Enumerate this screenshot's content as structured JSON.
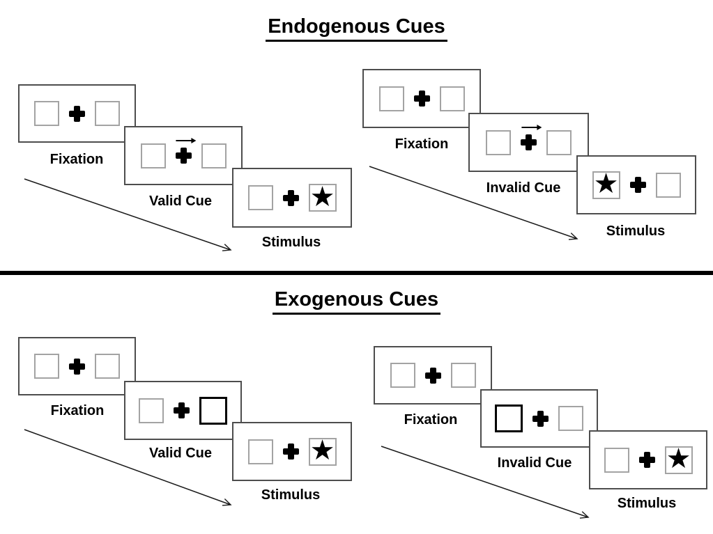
{
  "page": {
    "background": "#ffffff"
  },
  "colors": {
    "ink": "#000000",
    "card_border": "#4d4d4d",
    "square_border": "#a3a3a3",
    "divider": "#000000"
  },
  "glyphs": {
    "star": "★"
  },
  "sections": [
    {
      "title": "Endogenous Cues",
      "cue_style": "central-arrow",
      "panels": [
        {
          "type": "valid",
          "steps": [
            {
              "label": "Fixation",
              "left": "empty",
              "right": "empty",
              "cue_arrow": false
            },
            {
              "label": "Valid Cue",
              "left": "empty",
              "right": "empty",
              "cue_arrow": true
            },
            {
              "label": "Stimulus",
              "left": "empty",
              "right": "star",
              "cue_arrow": false
            }
          ]
        },
        {
          "type": "invalid",
          "steps": [
            {
              "label": "Fixation",
              "left": "empty",
              "right": "empty",
              "cue_arrow": false
            },
            {
              "label": "Invalid Cue",
              "left": "empty",
              "right": "empty",
              "cue_arrow": true
            },
            {
              "label": "Stimulus",
              "left": "star",
              "right": "empty",
              "cue_arrow": false
            }
          ]
        }
      ]
    },
    {
      "title": "Exogenous Cues",
      "cue_style": "peripheral-bold-box",
      "panels": [
        {
          "type": "valid",
          "steps": [
            {
              "label": "Fixation",
              "left": "empty",
              "right": "empty",
              "cue_arrow": false
            },
            {
              "label": "Valid Cue",
              "left": "empty",
              "right": "bold",
              "cue_arrow": false
            },
            {
              "label": "Stimulus",
              "left": "empty",
              "right": "star",
              "cue_arrow": false
            }
          ]
        },
        {
          "type": "invalid",
          "steps": [
            {
              "label": "Fixation",
              "left": "empty",
              "right": "empty",
              "cue_arrow": false
            },
            {
              "label": "Invalid Cue",
              "left": "bold",
              "right": "empty",
              "cue_arrow": false
            },
            {
              "label": "Stimulus",
              "left": "empty",
              "right": "star",
              "cue_arrow": false
            }
          ]
        }
      ]
    }
  ]
}
